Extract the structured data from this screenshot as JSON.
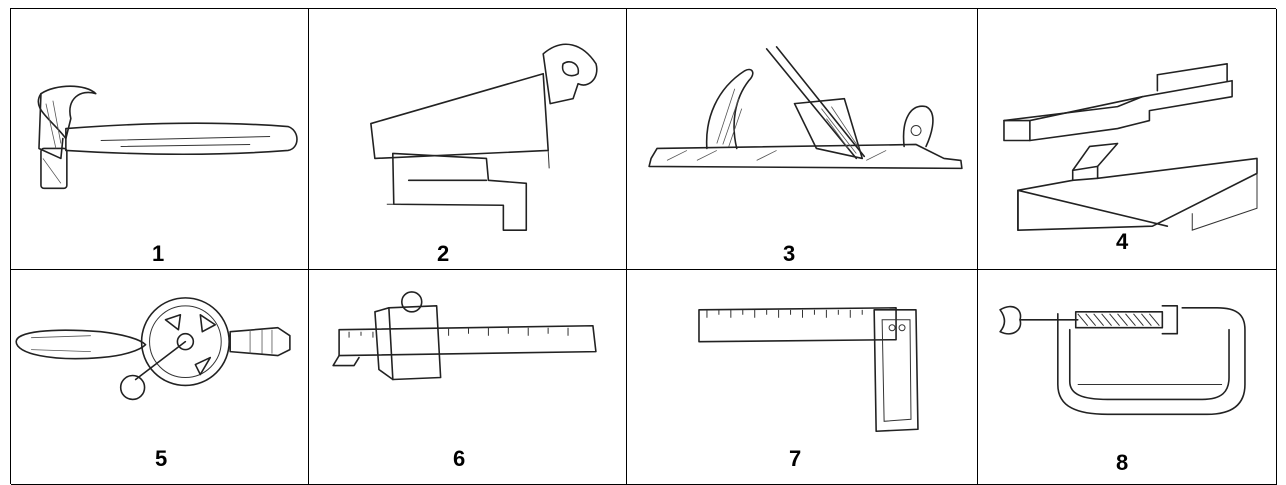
{
  "tools": [
    {
      "id": "1",
      "label": "1",
      "icon": "claw-hammer-icon"
    },
    {
      "id": "2",
      "label": "2",
      "icon": "tenon-saw-icon"
    },
    {
      "id": "3",
      "label": "3",
      "icon": "hand-plane-icon"
    },
    {
      "id": "4",
      "label": "4",
      "icon": "halving-joint-icon"
    },
    {
      "id": "5",
      "label": "5",
      "icon": "hand-drill-icon"
    },
    {
      "id": "6",
      "label": "6",
      "icon": "marking-gauge-icon"
    },
    {
      "id": "7",
      "label": "7",
      "icon": "try-square-icon"
    },
    {
      "id": "8",
      "label": "8",
      "icon": "g-clamp-icon"
    }
  ]
}
